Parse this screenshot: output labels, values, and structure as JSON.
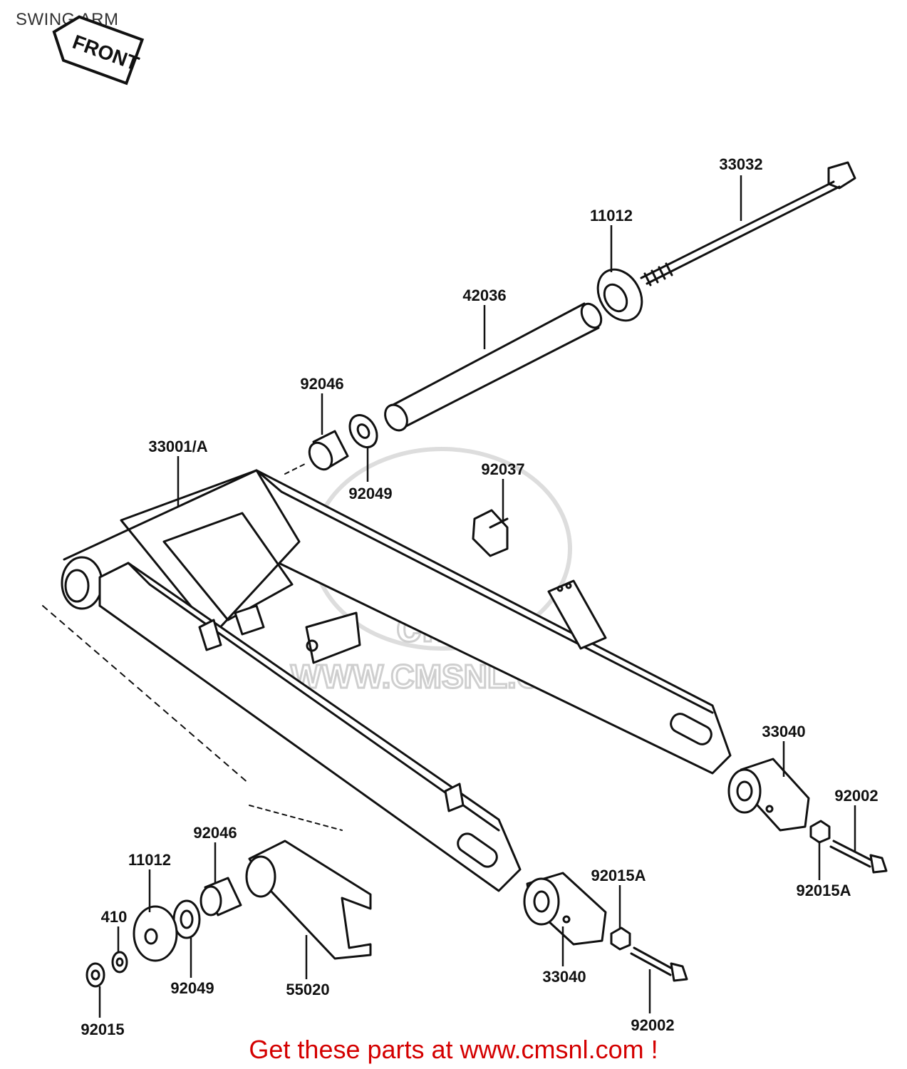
{
  "page": {
    "title": "SWING ARM",
    "footer_link": "Get these parts at www.cmsnl.com !"
  },
  "direction_marker": {
    "label": "FRONT"
  },
  "watermark": {
    "text": "WWW.CMSNL.COM"
  },
  "parts": {
    "p33032": "33032",
    "p11012_top": "11012",
    "p42036": "42036",
    "p92046_top": "92046",
    "p92049_top": "92049",
    "p33001": "33001/A",
    "p92037": "92037",
    "p33040_right": "33040",
    "p92002_right": "92002",
    "p92015A_right": "92015A",
    "p92046_bottom": "92046",
    "p11012_bottom": "11012",
    "p410": "410",
    "p92049_bottom": "92049",
    "p55020": "55020",
    "p92015": "92015",
    "p92015A_bottom": "92015A",
    "p33040_bottom": "33040",
    "p92002_bottom": "92002"
  },
  "colors": {
    "line": "#111111",
    "footer": "#d40000",
    "watermark": "#cfcfcf"
  }
}
